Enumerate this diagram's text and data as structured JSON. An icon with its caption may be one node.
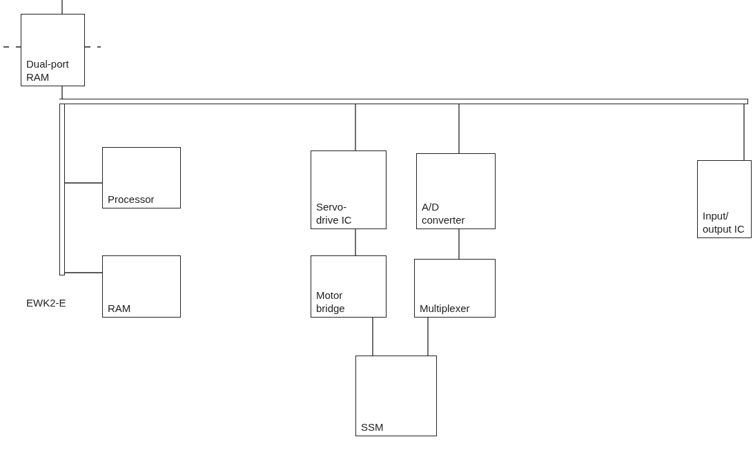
{
  "diagram": {
    "nodes": [
      {
        "text": [
          "Dual-port RAM"
        ]
      },
      {
        "text": [
          "Processor"
        ]
      },
      {
        "text": [
          "RAM"
        ]
      },
      {
        "text": [
          "Servo-drive IC"
        ]
      },
      {
        "text": [
          "Motor bridge"
        ]
      },
      {
        "text": [
          "A/D converter"
        ]
      },
      {
        "text": [
          "Multiplexer"
        ]
      },
      {
        "text": [
          "Input/ output IC"
        ]
      },
      {
        "text": [
          "SSM"
        ]
      },
      {
        "text": [],
        "shape": "bar"
      },
      {
        "text": [],
        "shape": "bar"
      }
    ],
    "edges": [
      {
        "from": null,
        "to": 0,
        "arrow": "none"
      },
      {
        "from": null,
        "to": 0,
        "arrow": "none",
        "style": "dashed"
      },
      {
        "from": 0,
        "to": null,
        "arrow": "none",
        "style": "dashed"
      },
      {
        "from": 10,
        "to": 1,
        "arrow": "none"
      },
      {
        "from": 10,
        "to": 2,
        "arrow": "none"
      },
      {
        "from": 9,
        "to": 3,
        "arrow": "none"
      },
      {
        "from": 9,
        "to": 5,
        "arrow": "none"
      },
      {
        "from": 9,
        "to": 7,
        "arrow": "none"
      },
      {
        "from": 3,
        "to": 4,
        "arrow": "none"
      },
      {
        "from": 5,
        "to": 6,
        "arrow": "none"
      },
      {
        "from": 4,
        "to": 8,
        "arrow": "none"
      },
      {
        "from": 6,
        "to": 8,
        "arrow": "none"
      },
      {
        "from": 0,
        "to": 9,
        "arrow": "none"
      }
    ],
    "labels": [
      "EWK2-E"
    ]
  }
}
